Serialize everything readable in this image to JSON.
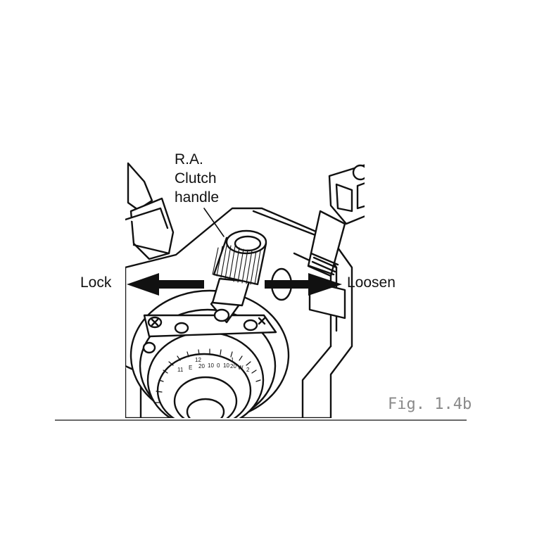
{
  "labels": {
    "clutch_line1": "R.A.",
    "clutch_line2": "Clutch",
    "clutch_line3": "handle",
    "lock": "Lock",
    "loosen": "Loosen"
  },
  "caption": "Fig. 1.4b",
  "dial": {
    "hours": [
      "12",
      "1",
      "2",
      "11"
    ],
    "degrees": [
      "20",
      "10",
      "0",
      "10",
      "20"
    ],
    "cardinal_left": "E",
    "cardinal_right": "W"
  },
  "colors": {
    "ink": "#111111",
    "caption": "#8a8a8a",
    "background": "#ffffff"
  },
  "icons": [
    "arrow-left-icon",
    "arrow-right-icon"
  ]
}
